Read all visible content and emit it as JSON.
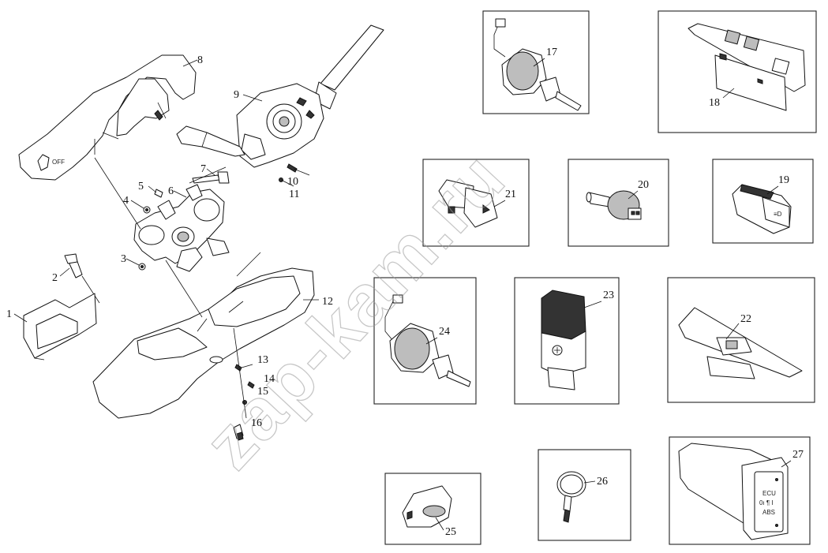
{
  "watermark": "zap-kam.ru",
  "callouts": {
    "c1": "1",
    "c2": "2",
    "c3": "3",
    "c4": "4",
    "c5": "5",
    "c6": "6",
    "c7": "7",
    "c8": "8",
    "c9": "9",
    "c10": "10",
    "c11": "11",
    "c12": "12",
    "c13": "13",
    "c14": "14",
    "c15": "15",
    "c16": "16",
    "c17": "17",
    "c18": "18",
    "c19": "19",
    "c20": "20",
    "c21": "21",
    "c22": "22",
    "c23": "23",
    "c24": "24",
    "c25": "25",
    "c26": "26",
    "c27": "27"
  },
  "switch_label": {
    "ecu": "ECU",
    "abs": "ABS",
    "mid": "0ı ¶ I"
  },
  "icons": {
    "hazard": "hazard-triangle-icon",
    "fog": "fog-lamp-icon"
  },
  "colors": {
    "line": "#111111",
    "watermark": "#9a9a9a",
    "background": "#ffffff"
  }
}
